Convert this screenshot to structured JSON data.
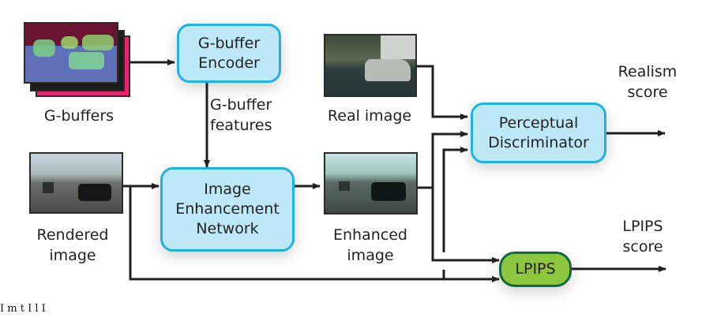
{
  "diagram": {
    "nodes": {
      "gbuffer_encoder": {
        "line1": "G-buffer",
        "line2": "Encoder"
      },
      "image_enhancement": {
        "line1": "Image",
        "line2": "Enhancement",
        "line3": "Network"
      },
      "perceptual_discriminator": {
        "line1": "Perceptual",
        "line2": "Discriminator"
      },
      "lpips": {
        "label": "LPIPS"
      }
    },
    "labels": {
      "gbuffers": "G-buffers",
      "gbuffer_features": "G-buffer\nfeatures",
      "real_image": "Real image",
      "rendered_image": "Rendered\nimage",
      "enhanced_image": "Enhanced\nimage",
      "realism_score": "Realism\nscore",
      "lpips_score": "LPIPS\nscore"
    },
    "colors": {
      "blue_fill": "#bde8f8",
      "blue_border": "#1fb1e0",
      "green_fill": "#8dc63f",
      "green_border": "#0c6a3c",
      "arrow": "#231f20"
    },
    "caption": "I m t I l I"
  }
}
